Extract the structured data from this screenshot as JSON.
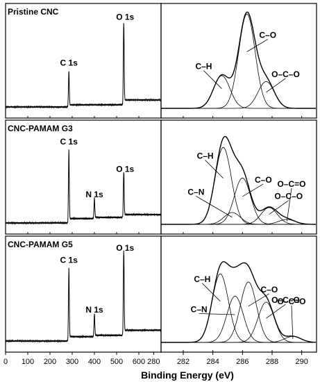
{
  "figure": {
    "xlabel": "Binding Energy (eV)"
  },
  "chart_data": [
    {
      "type": "line",
      "panel": "survey-pristine",
      "title": "Pristine CNC",
      "xlim": [
        0,
        700
      ],
      "xticks": [
        "0",
        "100",
        "200",
        "300",
        "400",
        "500",
        "600"
      ],
      "peaks": [
        {
          "label": "C 1s",
          "x": 285,
          "height": 0.35
        },
        {
          "label": "O 1s",
          "x": 532,
          "height": 0.8
        }
      ]
    },
    {
      "type": "line",
      "panel": "c1s-pristine",
      "xlim": [
        280.5,
        291
      ],
      "components": [
        {
          "label": "C–H",
          "center": 284.6,
          "height": 0.33
        },
        {
          "label": "C–O",
          "center": 286.3,
          "height": 0.95
        },
        {
          "label": "O–C–O",
          "center": 287.6,
          "height": 0.27
        }
      ]
    },
    {
      "type": "line",
      "panel": "survey-g3",
      "title": "CNC-PAMAM G3",
      "xlim": [
        0,
        700
      ],
      "xticks": [
        "0",
        "100",
        "200",
        "300",
        "400",
        "500",
        "600"
      ],
      "peaks": [
        {
          "label": "C 1s",
          "x": 285,
          "height": 0.72
        },
        {
          "label": "N 1s",
          "x": 400,
          "height": 0.2
        },
        {
          "label": "O 1s",
          "x": 532,
          "height": 0.45
        }
      ]
    },
    {
      "type": "line",
      "panel": "c1s-g3",
      "xlim": [
        280.5,
        291
      ],
      "components": [
        {
          "label": "C–H",
          "center": 284.7,
          "height": 0.78
        },
        {
          "label": "C–N",
          "center": 285.3,
          "height": 0.12
        },
        {
          "label": "C–O",
          "center": 286.0,
          "height": 0.47
        },
        {
          "label": "O–C–O",
          "center": 287.8,
          "height": 0.17
        },
        {
          "label": "O–C=O",
          "center": 289.0,
          "height": 0.05
        }
      ]
    },
    {
      "type": "line",
      "panel": "survey-g5",
      "title": "CNC-PAMAM G5",
      "xlim": [
        0,
        700
      ],
      "xticks": [
        "0",
        "100",
        "200",
        "300",
        "400",
        "500",
        "600"
      ],
      "peaks": [
        {
          "label": "C 1s",
          "x": 285,
          "height": 0.7
        },
        {
          "label": "N 1s",
          "x": 400,
          "height": 0.22
        },
        {
          "label": "O 1s",
          "x": 532,
          "height": 0.82
        }
      ]
    },
    {
      "type": "line",
      "panel": "c1s-g5",
      "xlim": [
        280.5,
        291
      ],
      "xticks": [
        "280",
        "282",
        "284",
        "286",
        "288",
        "290"
      ],
      "components": [
        {
          "label": "C–H",
          "center": 284.5,
          "height": 0.68
        },
        {
          "label": "C–N",
          "center": 285.5,
          "height": 0.46
        },
        {
          "label": "C–O",
          "center": 286.4,
          "height": 0.6
        },
        {
          "label": "O–C–O",
          "center": 287.6,
          "height": 0.4
        },
        {
          "label": "O–C=O",
          "center": 289.4,
          "height": 0.06
        }
      ]
    }
  ]
}
